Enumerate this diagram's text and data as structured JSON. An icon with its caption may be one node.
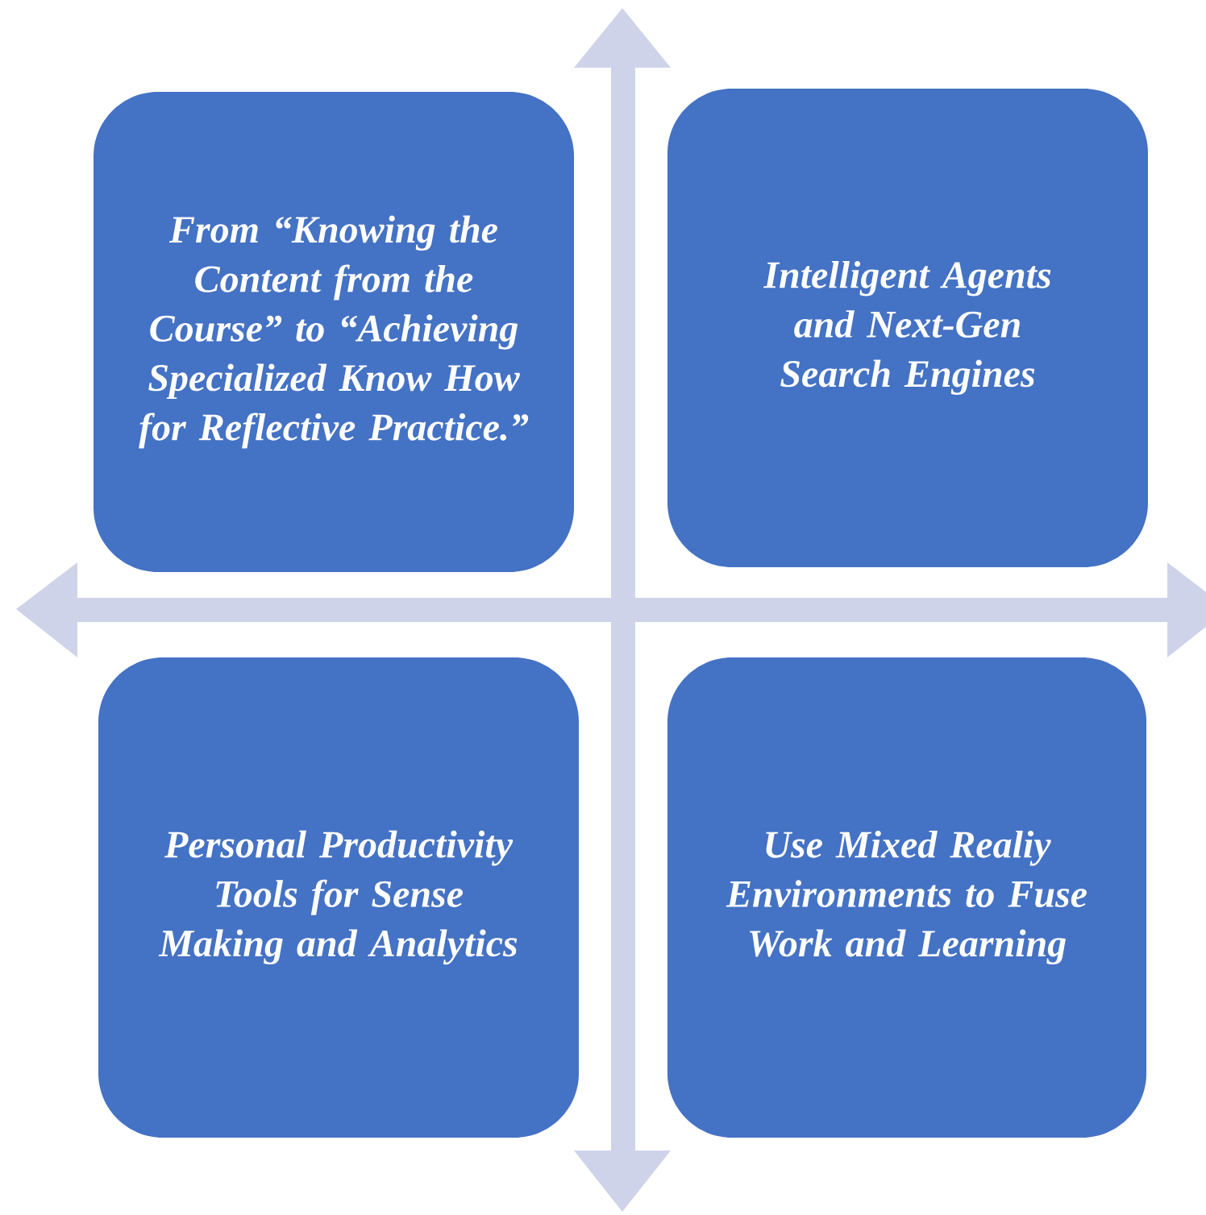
{
  "diagram": {
    "nodes": [
      {
        "text": [
          "From “Knowing the Content from the Course” to “Achieving Specialized Know How for Reflective Practice.”"
        ]
      },
      {
        "text": [
          "Intelligent Agents and Next-Gen Search Engines"
        ]
      },
      {
        "text": [
          "Personal Productivity Tools for Sense Making and Analytics"
        ]
      },
      {
        "text": [
          "Use Mixed Realiy Environments to Fuse Work and Learning"
        ]
      }
    ]
  }
}
